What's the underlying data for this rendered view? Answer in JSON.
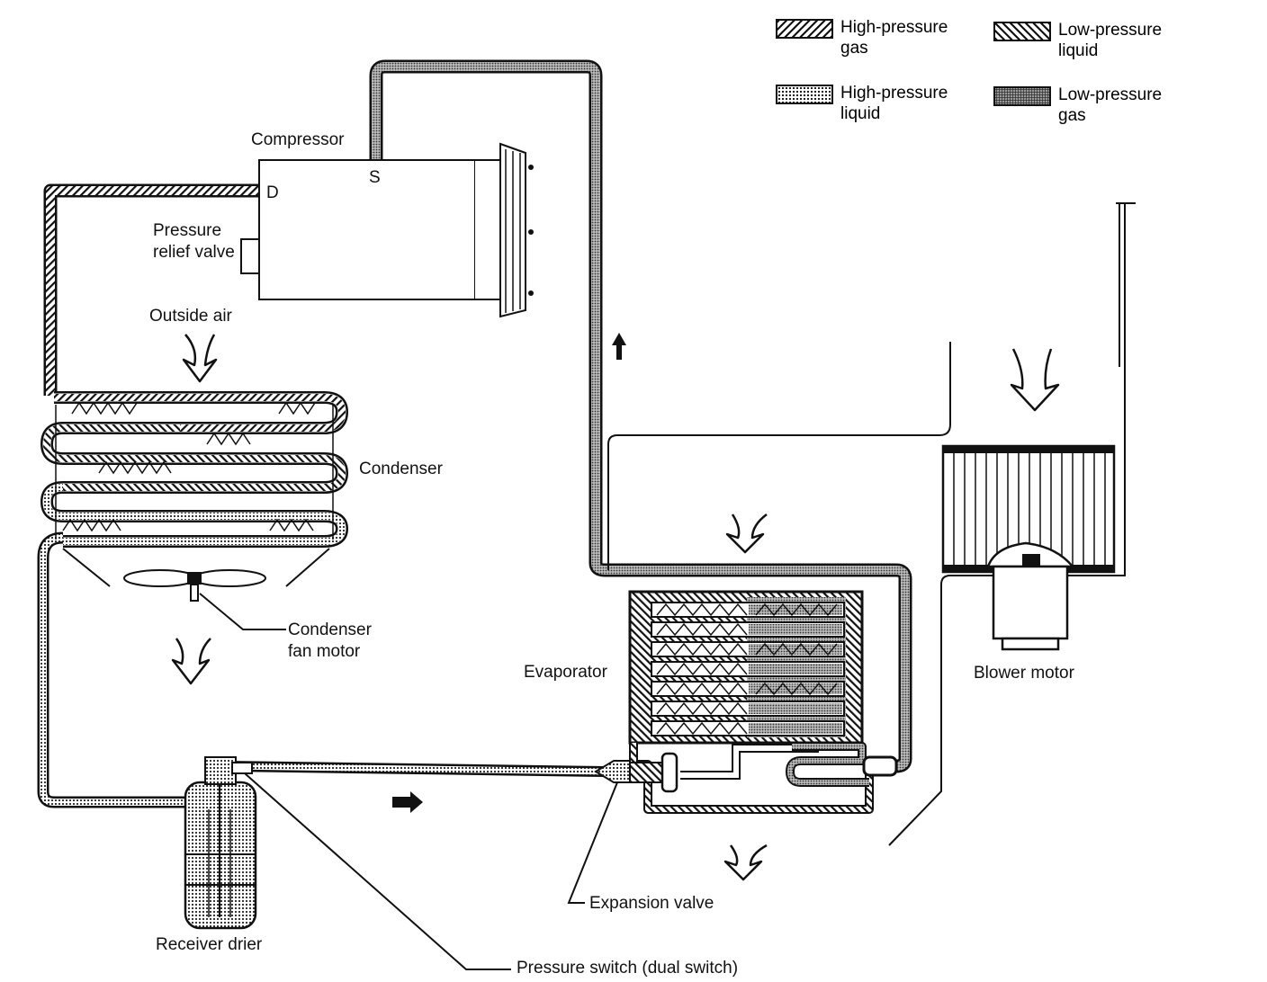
{
  "legend": {
    "high_pressure_gas": "High-pressure gas",
    "low_pressure_liquid": "Low-pressure liquid",
    "high_pressure_liquid": "High-pressure liquid",
    "low_pressure_gas": "Low-pressure gas"
  },
  "labels": {
    "compressor": "Compressor",
    "discharge_port": "D",
    "suction_port": "S",
    "pressure_relief_valve": "Pressure relief valve",
    "outside_air": "Outside air",
    "condenser": "Condenser",
    "condenser_fan_motor": "Condenser fan motor",
    "receiver_drier": "Receiver drier",
    "pressure_switch": "Pressure switch (dual switch)",
    "evaporator": "Evaporator",
    "expansion_valve": "Expansion valve",
    "blower_motor": "Blower motor"
  },
  "colors": {
    "ink": "#111111",
    "paper": "#ffffff",
    "low_pressure_gas_fill": "#bbbbbb"
  }
}
